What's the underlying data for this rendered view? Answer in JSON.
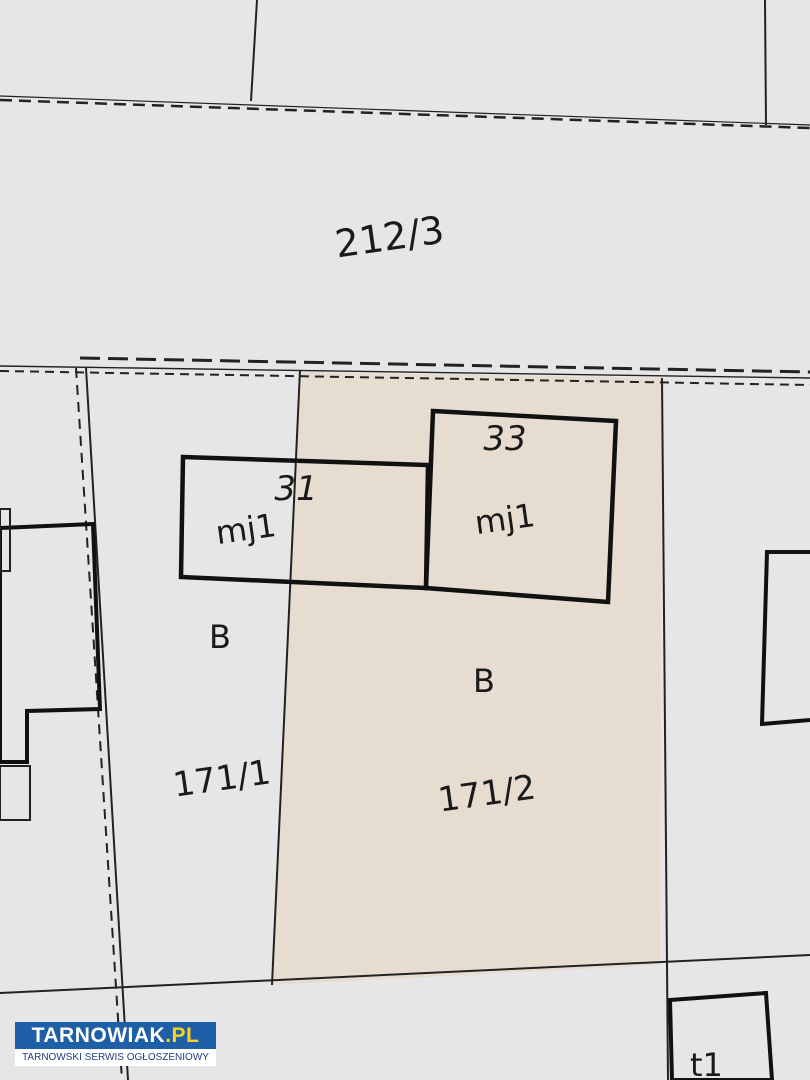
{
  "map": {
    "parcels": [
      {
        "id": "parcel-212-3",
        "number": "212/3"
      },
      {
        "id": "parcel-171-1",
        "number": "171/1",
        "land_use": "B"
      },
      {
        "id": "parcel-171-2",
        "number": "171/2",
        "land_use": "B",
        "highlighted": true
      }
    ],
    "buildings": [
      {
        "id": "building-31",
        "number": "31",
        "type": "mj1"
      },
      {
        "id": "building-33",
        "number": "33",
        "type": "mj1"
      },
      {
        "id": "building-t1",
        "number": "t1"
      }
    ]
  },
  "watermark": {
    "brand_prefix": "TARNOWIAK",
    "brand_suffix": ".PL",
    "tagline": "TARNOWSKI SERWIS OGŁOSZENIOWY"
  },
  "colors": {
    "paper": "#e6e6e8",
    "highlight_parcel": "#e6ddd0",
    "line": "#111111",
    "watermark_blue": "#1f5fa8"
  }
}
